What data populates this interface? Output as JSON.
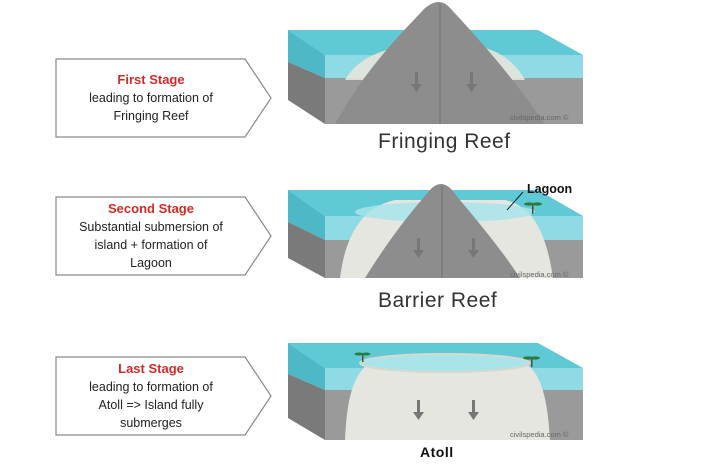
{
  "stages": [
    {
      "title": "First Stage",
      "lines": [
        "leading to formation of",
        "Fringing Reef"
      ],
      "reef_name": "Fringing Reef",
      "credit": "civilspedia.com ©"
    },
    {
      "title": "Second Stage",
      "lines": [
        "Substantial submersion of",
        "island + formation of",
        "Lagoon"
      ],
      "reef_name": "Barrier Reef",
      "credit": "civilspedia.com ©",
      "annotation": "Lagoon"
    },
    {
      "title": "Last Stage",
      "lines": [
        "leading to formation of",
        "Atoll => Island fully",
        "submerges"
      ],
      "reef_name": "Atoll",
      "credit": "civilspedia.com ©"
    }
  ],
  "colors": {
    "water_top": "#5fc9d6",
    "water_front": "#7fd3df",
    "rock": "#8d8d8d",
    "reef": "#e6e6e0",
    "stage_title": "#d42a2a"
  }
}
